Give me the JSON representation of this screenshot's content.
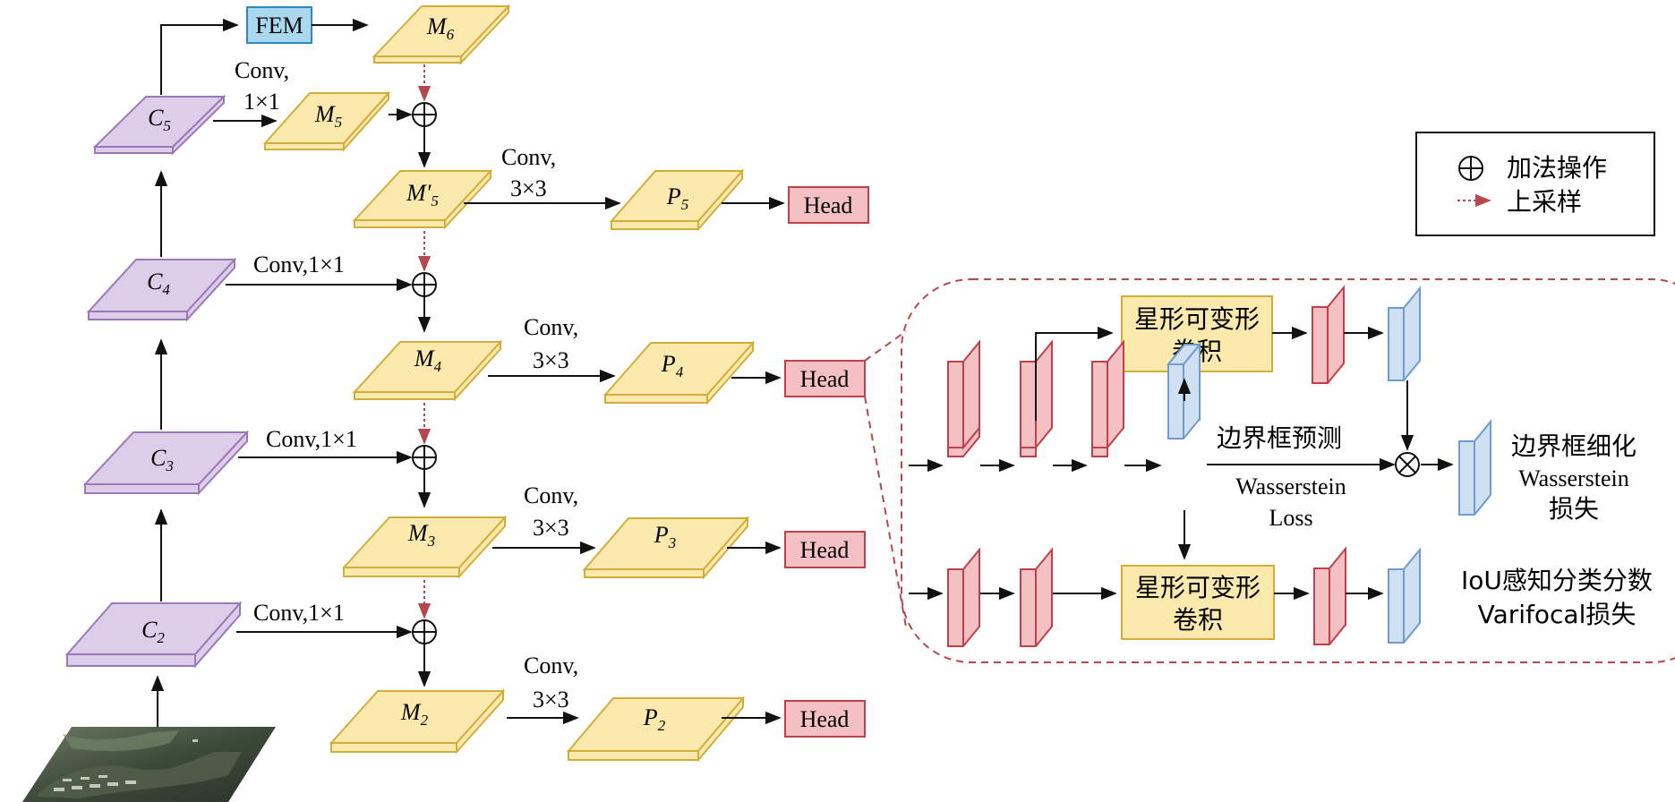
{
  "colors": {
    "purple_fill": "#DCCDE8",
    "purple_stroke": "#9B79B8",
    "yellow_fill": "#FCE9AE",
    "yellow_stroke": "#D3AD3A",
    "red_fill": "#F4C0C4",
    "red_stroke": "#C0404A",
    "blue_fill": "#CFE0F3",
    "blue_stroke": "#6E9BD0",
    "fem_fill": "#A9D7EE",
    "fem_stroke": "#2F87BF",
    "upsample_arrow": "#B5474E",
    "dashed_border": "#B5474E"
  },
  "backbone": {
    "c5": {
      "base": "C",
      "sub": "5"
    },
    "c4": {
      "base": "C",
      "sub": "4"
    },
    "c3": {
      "base": "C",
      "sub": "3"
    },
    "c2": {
      "base": "C",
      "sub": "2"
    }
  },
  "fpn": {
    "m6": {
      "base": "M",
      "sub": "6"
    },
    "m5": {
      "base": "M",
      "sub": "5"
    },
    "m5p": {
      "base": "M′",
      "sub": "5"
    },
    "m4": {
      "base": "M",
      "sub": "4"
    },
    "m3": {
      "base": "M",
      "sub": "3"
    },
    "m2": {
      "base": "M",
      "sub": "2"
    }
  },
  "outputs": {
    "p5": {
      "base": "P",
      "sub": "5"
    },
    "p4": {
      "base": "P",
      "sub": "4"
    },
    "p3": {
      "base": "P",
      "sub": "3"
    },
    "p2": {
      "base": "P",
      "sub": "2"
    }
  },
  "fem_label": "FEM",
  "head_label": "Head",
  "conv_labels": {
    "c5_conv_line1": "Conv,",
    "c5_conv_line2": "1×1",
    "lateral": "Conv,1×1",
    "conv3_line1": "Conv,",
    "conv3_line2": "3×3"
  },
  "legend": {
    "add_label": "加法操作",
    "upsample_label": "上采样"
  },
  "head_detail": {
    "deform_conv_line1": "星形可变形",
    "deform_conv_line2": "卷积",
    "bbox_predict": "边界框预测",
    "wasserstein_line1": "Wasserstein",
    "wasserstein_line2": "Loss",
    "bbox_refine_line1": "边界框细化",
    "bbox_refine_line2": "Wasserstein",
    "bbox_refine_line3": "损失",
    "iou_line1": "IoU感知分类分数",
    "iou_line2": "Varifocal损失"
  }
}
